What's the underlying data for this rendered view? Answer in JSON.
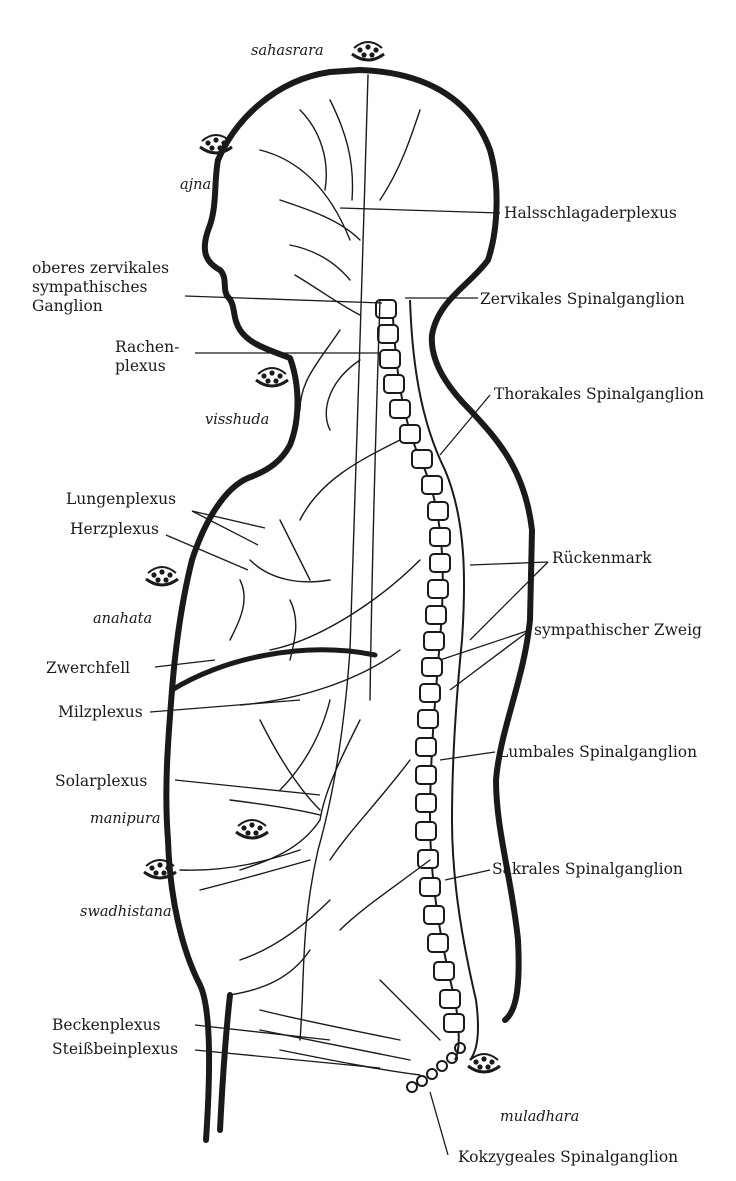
{
  "chakras": {
    "sahasrara": "sahasrara",
    "ajna": "ajna",
    "visshuda": "visshuda",
    "anahata": "anahata",
    "manipura": "manipura",
    "swadhistana": "swadhistana",
    "muladhara": "muladhara"
  },
  "labels": {
    "halsschlagaderplexus": "Halsschlagaderplexus",
    "oberes_ganglion": "oberes zervikales\nsympathisches\nGanglion",
    "zervikales": "Zervikales Spinalganglion",
    "rachenplexus": "Rachen-\nplexus",
    "thorakales": "Thorakales Spinalganglion",
    "lungenplexus": "Lungenplexus",
    "herzplexus": "Herzplexus",
    "rueckenmark": "Rückenmark",
    "sympathischer_zweig": "sympathischer Zweig",
    "zwerchfell": "Zwerchfell",
    "milzplexus": "Milzplexus",
    "lumbales": "Lumbales Spinalganglion",
    "solarplexus": "Solarplexus",
    "sakrales": "Sakrales Spinalganglion",
    "beckenplexus": "Beckenplexus",
    "steissbeinplexus": "Steißbeinplexus",
    "kokzygeales": "Kokzygeales Spinalganglion"
  },
  "colors": {
    "ink": "#1a1a1a",
    "background": "#ffffff"
  },
  "icons": {
    "chakra_symbol": "lotus-icon"
  }
}
